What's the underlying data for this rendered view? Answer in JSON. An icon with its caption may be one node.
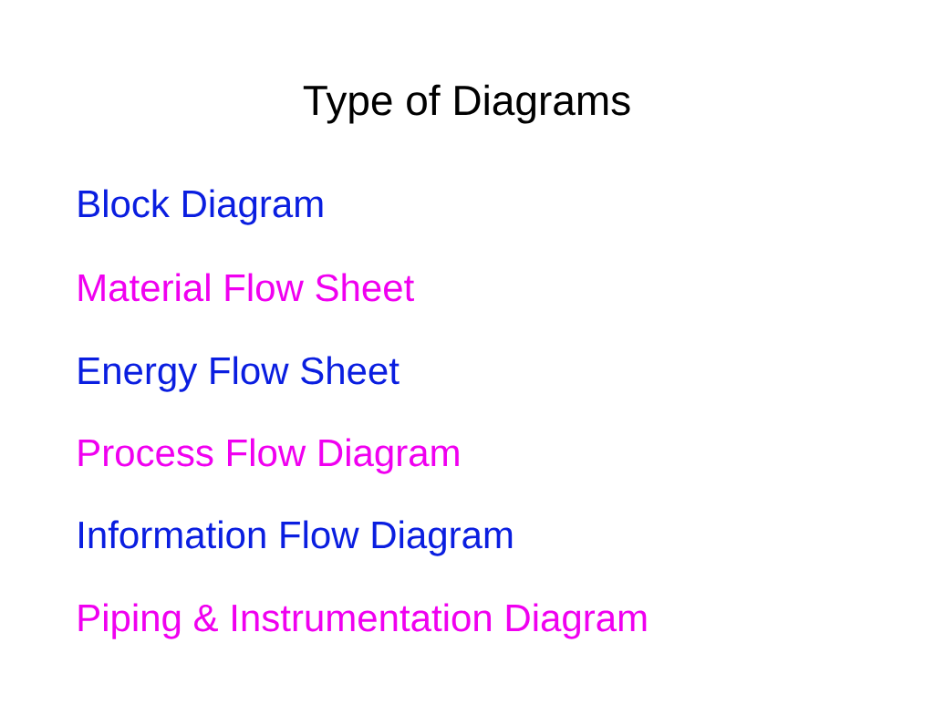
{
  "diagram": {
    "title": "Type of Diagrams",
    "labels": [
      "Block Diagram",
      "Material Flow Sheet",
      "Energy Flow Sheet",
      "Process Flow Diagram",
      "Information Flow Diagram",
      "Piping & Instrumentation Diagram"
    ]
  }
}
